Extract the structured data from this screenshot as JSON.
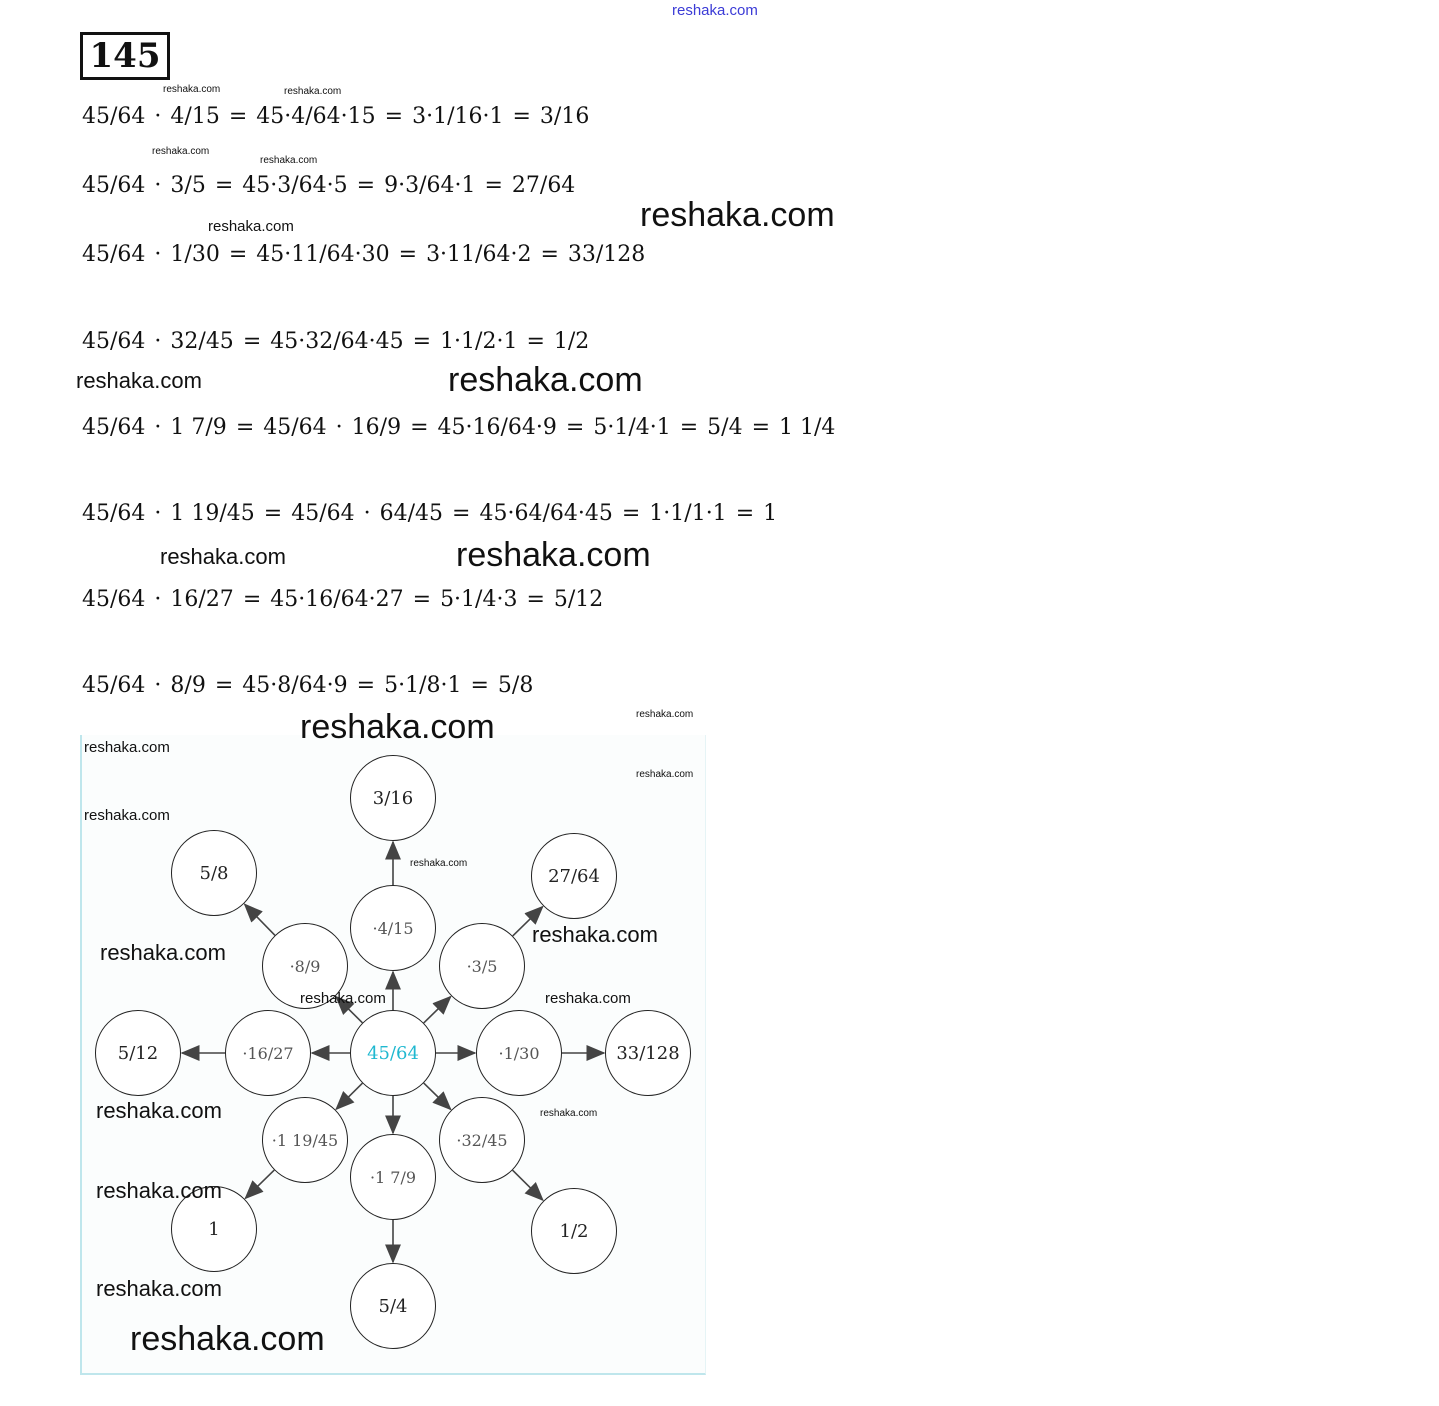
{
  "header": {
    "site": "reshaka.com",
    "problem_number": "145"
  },
  "equations": [
    [
      "45/64",
      "·",
      "4/15",
      "=",
      "45·4/64·15",
      "=",
      "3·1/16·1",
      "=",
      "3/16"
    ],
    [
      "45/64",
      "·",
      "3/5",
      "=",
      "45·3/64·5",
      "=",
      "9·3/64·1",
      "=",
      "27/64"
    ],
    [
      "45/64",
      "·",
      "1/30",
      "=",
      "45·11/64·30",
      "=",
      "3·11/64·2",
      "=",
      "33/128"
    ],
    [
      "45/64",
      "·",
      "32/45",
      "=",
      "45·32/64·45",
      "=",
      "1·1/2·1",
      "=",
      "1/2"
    ],
    [
      "45/64",
      "·",
      "1 7/9",
      "=",
      "45/64",
      "·",
      "16/9",
      "=",
      "45·16/64·9",
      "=",
      "5·1/4·1",
      "=",
      "5/4",
      "=",
      "1 1/4"
    ],
    [
      "45/64",
      "·",
      "1 19/45",
      "=",
      "45/64",
      "·",
      "64/45",
      "=",
      "45·64/64·45",
      "=",
      "1·1/1·1",
      "=",
      "1"
    ],
    [
      "45/64",
      "·",
      "16/27",
      "=",
      "45·16/64·27",
      "=",
      "5·1/4·3",
      "=",
      "5/12"
    ],
    [
      "45/64",
      "·",
      "8/9",
      "=",
      "45·8/64·9",
      "=",
      "5·1/8·1",
      "=",
      "5/8"
    ]
  ],
  "diagram": {
    "center": "45/64",
    "center_color": "#1fb8d0",
    "branches": [
      {
        "op": "·4/15",
        "result": "3/16"
      },
      {
        "op": "·3/5",
        "result": "27/64"
      },
      {
        "op": "·1/30",
        "result": "33/128"
      },
      {
        "op": "·32/45",
        "result": "1/2"
      },
      {
        "op": "·1 7/9",
        "result": "5/4"
      },
      {
        "op": "·1 19/45",
        "result": "1"
      },
      {
        "op": "·16/27",
        "result": "5/12"
      },
      {
        "op": "·8/9",
        "result": "5/8"
      }
    ]
  },
  "watermarks": [
    "reshaka.com",
    "reshaka.com",
    "reshaka.com",
    "reshaka.com",
    "reshaka.com",
    "reshaka.com",
    "reshaka.com",
    "reshaka.com",
    "reshaka.com",
    "reshaka.com",
    "reshaka.com",
    "reshaka.com",
    "reshaka.com",
    "reshaka.com",
    "reshaka.com",
    "reshaka.com",
    "reshaka.com",
    "reshaka.com",
    "reshaka.com",
    "reshaka.com",
    "reshaka.com",
    "reshaka.com",
    "reshaka.com"
  ]
}
